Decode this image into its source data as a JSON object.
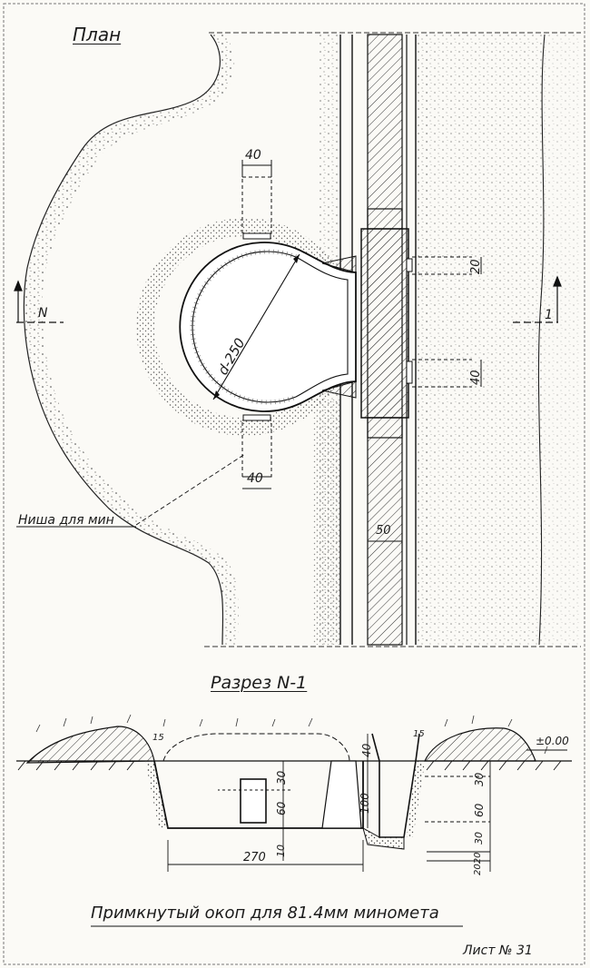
{
  "plan": {
    "title": "План",
    "diameter_label": "d-250",
    "niche_label": "Ниша для мин",
    "dim_niche_top": "40",
    "dim_niche_bottom": "40",
    "dim_right_20": "20",
    "dim_right_40": "40",
    "dim_trench_50": "50",
    "section_mark_left": "N",
    "section_mark_right": "1"
  },
  "section": {
    "title": "Разрез N-1",
    "dim_15_left": "15",
    "dim_15_right": "15",
    "dim_40": "40",
    "dim_30_left": "30",
    "dim_60_left": "60",
    "dim_10": "10",
    "dim_270": "270",
    "dim_100": "100",
    "dim_30_right": "30",
    "dim_60_right": "60",
    "dim_30_low": "30",
    "dim_2020": "2020",
    "elevation": "±0.00"
  },
  "caption": "Примкнутый окоп для 81.4мм миномета",
  "sheet_number": "Лист № 31",
  "colors": {
    "ink": "#1b1b1b",
    "paper": "#fbfaf6"
  }
}
